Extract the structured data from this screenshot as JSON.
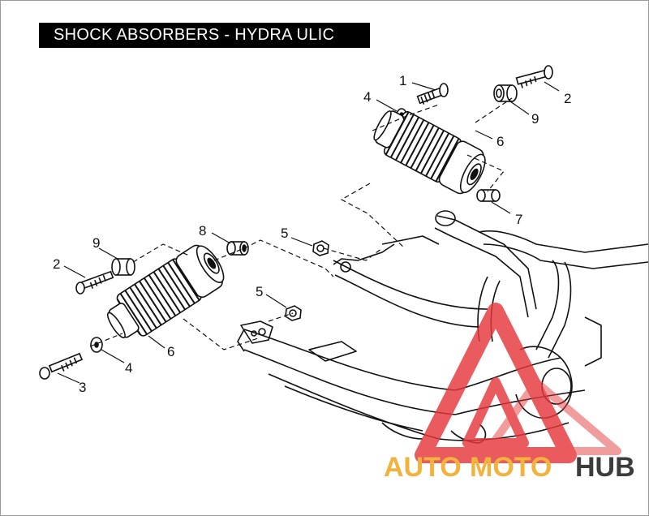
{
  "title": "SHOCK ABSORBERS - HYDRA ULIC",
  "callouts": [
    "1",
    "2",
    "4",
    "9",
    "6",
    "7",
    "8",
    "5",
    "9",
    "2",
    "5",
    "6",
    "4",
    "3"
  ],
  "watermark": {
    "part1": "AUTO",
    "part2": "MOTO",
    "part3": "HUB",
    "colors": {
      "auto": "#f3b23b",
      "moto": "#f3b23b",
      "hub": "#3c3c3c",
      "triangle": "#e5383b"
    },
    "icon": "warning-triangle-logo"
  },
  "colors": {
    "line": "#111111",
    "background": "#ffffff",
    "title_bg": "#000000",
    "title_fg": "#ffffff"
  }
}
